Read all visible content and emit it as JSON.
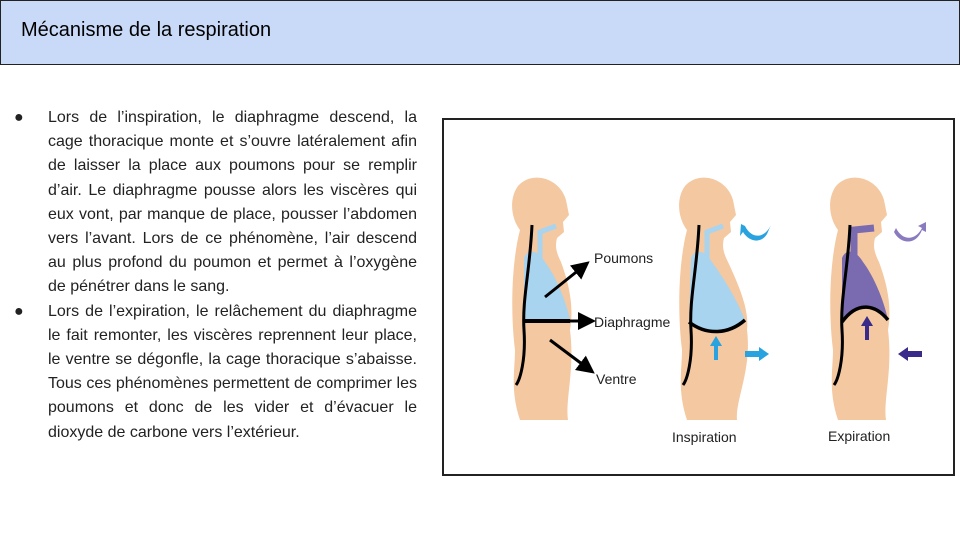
{
  "header": {
    "title": "Mécanisme de la respiration"
  },
  "bullets": [
    {
      "symbol": "●",
      "text": "Lors de l’inspiration, le diaphragme descend, la cage thoracique monte et s’ouvre latéralement afin de laisser la place aux poumons pour se remplir d’air. Le diaphragme pousse alors les viscères qui eux vont, par manque de place, pousser l’abdomen vers l’avant. Lors de ce phénomène, l’air descend au plus profond du poumon et permet à l’oxygène de pénétrer dans le sang."
    },
    {
      "symbol": "●",
      "text": "Lors de l’expiration, le relâchement du diaphragme le fait remonter, les viscères reprennent leur place, le ventre se dégonfle, la cage thoracique s’abaisse. Tous ces phénomènes permettent de comprimer les poumons et donc de les vider et d’évacuer le dioxyde de carbone vers l’extérieur."
    }
  ],
  "figure": {
    "labels": {
      "lungs": "Poumons",
      "diaphragm": "Diaphragme",
      "belly": "Ventre"
    },
    "captions": {
      "inspiration": "Inspiration",
      "expiration": "Expiration"
    },
    "colors": {
      "skin": "#f4c8a0",
      "air_in": "#a8d4f0",
      "air_out": "#7a6ab0",
      "arrow_in": "#29a3e0",
      "arrow_out": "#3a2a8a"
    }
  }
}
